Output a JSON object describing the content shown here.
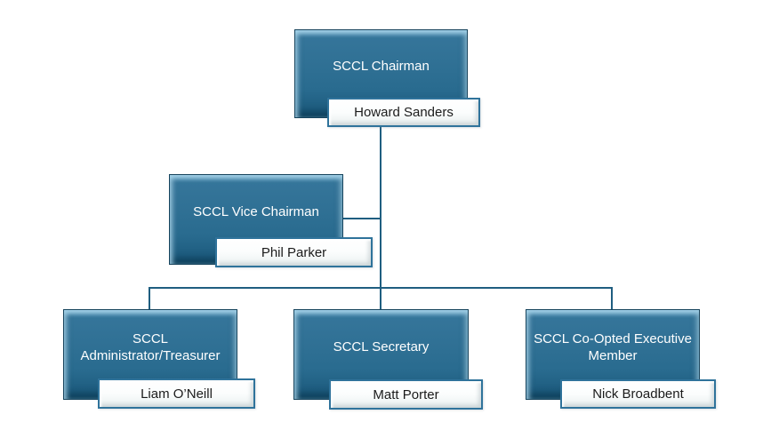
{
  "diagram": {
    "type": "org-chart",
    "nodes": [
      {
        "id": "chairman",
        "role": "SCCL Chairman",
        "name": "Howard Sanders"
      },
      {
        "id": "vice-chairman",
        "role": "SCCL Vice Chairman",
        "name": "Phil Parker"
      },
      {
        "id": "administrator-treasurer",
        "role": "SCCL Administrator/Treasurer",
        "name": "Liam O’Neill"
      },
      {
        "id": "secretary",
        "role": "SCCL Secretary",
        "name": "Matt Porter"
      },
      {
        "id": "co-opted-executive-member",
        "role": "SCCL Co-Opted Executive Member",
        "name": "Nick Broadbent"
      }
    ],
    "hierarchy": {
      "root": "chairman",
      "assistant": "vice-chairman",
      "children_of_root": [
        "administrator-treasurer",
        "secretary",
        "co-opted-executive-member"
      ]
    },
    "colors": {
      "node_fill": "#2f7094",
      "node_fill_top": "#4684a7",
      "node_fill_bottom": "#175475",
      "node_border": "#16435c",
      "bevel_highlight": "#a9d8ee",
      "node_text": "#ffffff",
      "plate_fill": "#ffffff",
      "plate_fill_bottom": "#e9efef",
      "plate_border": "#2f739b",
      "plate_text": "#1b1b1b",
      "connector": "#1f5e80",
      "background": "#ffffff"
    }
  }
}
